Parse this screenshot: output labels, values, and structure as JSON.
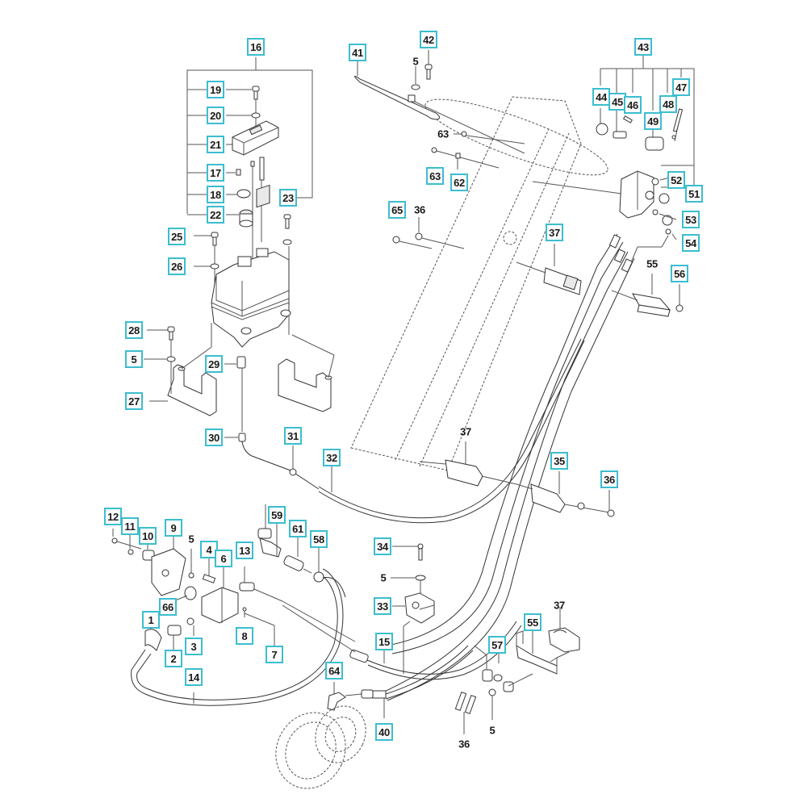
{
  "diagram": {
    "type": "exploded-parts-view",
    "subject": "hydraulic control box, cables and hoses assembly",
    "callout_box_color": "#3cbdd0",
    "text_color": "#1a1a1a"
  },
  "callouts": [
    {
      "id": "c16",
      "label": "16",
      "boxed": true
    },
    {
      "id": "c19",
      "label": "19",
      "boxed": true
    },
    {
      "id": "c20",
      "label": "20",
      "boxed": true
    },
    {
      "id": "c21",
      "label": "21",
      "boxed": true
    },
    {
      "id": "c17",
      "label": "17",
      "boxed": true
    },
    {
      "id": "c18",
      "label": "18",
      "boxed": true
    },
    {
      "id": "c22",
      "label": "22",
      "boxed": true
    },
    {
      "id": "c23",
      "label": "23",
      "boxed": true
    },
    {
      "id": "c25",
      "label": "25",
      "boxed": true
    },
    {
      "id": "c26",
      "label": "26",
      "boxed": true
    },
    {
      "id": "c28",
      "label": "28",
      "boxed": true
    },
    {
      "id": "c5a",
      "label": "5",
      "boxed": true
    },
    {
      "id": "c27",
      "label": "27",
      "boxed": true
    },
    {
      "id": "c29",
      "label": "29",
      "boxed": true
    },
    {
      "id": "c30",
      "label": "30",
      "boxed": true
    },
    {
      "id": "c31",
      "label": "31",
      "boxed": true
    },
    {
      "id": "c32",
      "label": "32",
      "boxed": true
    },
    {
      "id": "c41",
      "label": "41",
      "boxed": true
    },
    {
      "id": "c42",
      "label": "42",
      "boxed": true
    },
    {
      "id": "c5b",
      "label": "5",
      "boxed": false
    },
    {
      "id": "c63a",
      "label": "63",
      "boxed": false
    },
    {
      "id": "c63b",
      "label": "63",
      "boxed": true
    },
    {
      "id": "c62",
      "label": "62",
      "boxed": true
    },
    {
      "id": "c65",
      "label": "65",
      "boxed": true
    },
    {
      "id": "c36a",
      "label": "36",
      "boxed": false
    },
    {
      "id": "c37a",
      "label": "37",
      "boxed": true
    },
    {
      "id": "c43",
      "label": "43",
      "boxed": true
    },
    {
      "id": "c44",
      "label": "44",
      "boxed": true
    },
    {
      "id": "c45",
      "label": "45",
      "boxed": true
    },
    {
      "id": "c46",
      "label": "46",
      "boxed": true
    },
    {
      "id": "c47",
      "label": "47",
      "boxed": true
    },
    {
      "id": "c48",
      "label": "48",
      "boxed": true
    },
    {
      "id": "c49",
      "label": "49",
      "boxed": true
    },
    {
      "id": "c52",
      "label": "52",
      "boxed": true
    },
    {
      "id": "c51",
      "label": "51",
      "boxed": true
    },
    {
      "id": "c53",
      "label": "53",
      "boxed": true
    },
    {
      "id": "c54",
      "label": "54",
      "boxed": true
    },
    {
      "id": "c55a",
      "label": "55",
      "boxed": false
    },
    {
      "id": "c56",
      "label": "56",
      "boxed": true
    },
    {
      "id": "c37b",
      "label": "37",
      "boxed": false
    },
    {
      "id": "c35",
      "label": "35",
      "boxed": true
    },
    {
      "id": "c36b",
      "label": "36",
      "boxed": true
    },
    {
      "id": "c12",
      "label": "12",
      "boxed": true
    },
    {
      "id": "c11",
      "label": "11",
      "boxed": true
    },
    {
      "id": "c10",
      "label": "10",
      "boxed": true
    },
    {
      "id": "c9",
      "label": "9",
      "boxed": true
    },
    {
      "id": "c5c",
      "label": "5",
      "boxed": false
    },
    {
      "id": "c4",
      "label": "4",
      "boxed": true
    },
    {
      "id": "c6",
      "label": "6",
      "boxed": true
    },
    {
      "id": "c13",
      "label": "13",
      "boxed": true
    },
    {
      "id": "c66",
      "label": "66",
      "boxed": true
    },
    {
      "id": "c1",
      "label": "1",
      "boxed": true
    },
    {
      "id": "c2",
      "label": "2",
      "boxed": true
    },
    {
      "id": "c3",
      "label": "3",
      "boxed": true
    },
    {
      "id": "c8",
      "label": "8",
      "boxed": true
    },
    {
      "id": "c7",
      "label": "7",
      "boxed": true
    },
    {
      "id": "c14",
      "label": "14",
      "boxed": true
    },
    {
      "id": "c59",
      "label": "59",
      "boxed": true
    },
    {
      "id": "c61",
      "label": "61",
      "boxed": true
    },
    {
      "id": "c58",
      "label": "58",
      "boxed": true
    },
    {
      "id": "c34",
      "label": "34",
      "boxed": true
    },
    {
      "id": "c5d",
      "label": "5",
      "boxed": false
    },
    {
      "id": "c33",
      "label": "33",
      "boxed": true
    },
    {
      "id": "c15",
      "label": "15",
      "boxed": true
    },
    {
      "id": "c64",
      "label": "64",
      "boxed": true
    },
    {
      "id": "c40",
      "label": "40",
      "boxed": true
    },
    {
      "id": "c57",
      "label": "57",
      "boxed": true
    },
    {
      "id": "c55b",
      "label": "55",
      "boxed": true
    },
    {
      "id": "c37c",
      "label": "37",
      "boxed": false
    },
    {
      "id": "c36c",
      "label": "36",
      "boxed": false
    },
    {
      "id": "c5e",
      "label": "5",
      "boxed": false
    }
  ]
}
